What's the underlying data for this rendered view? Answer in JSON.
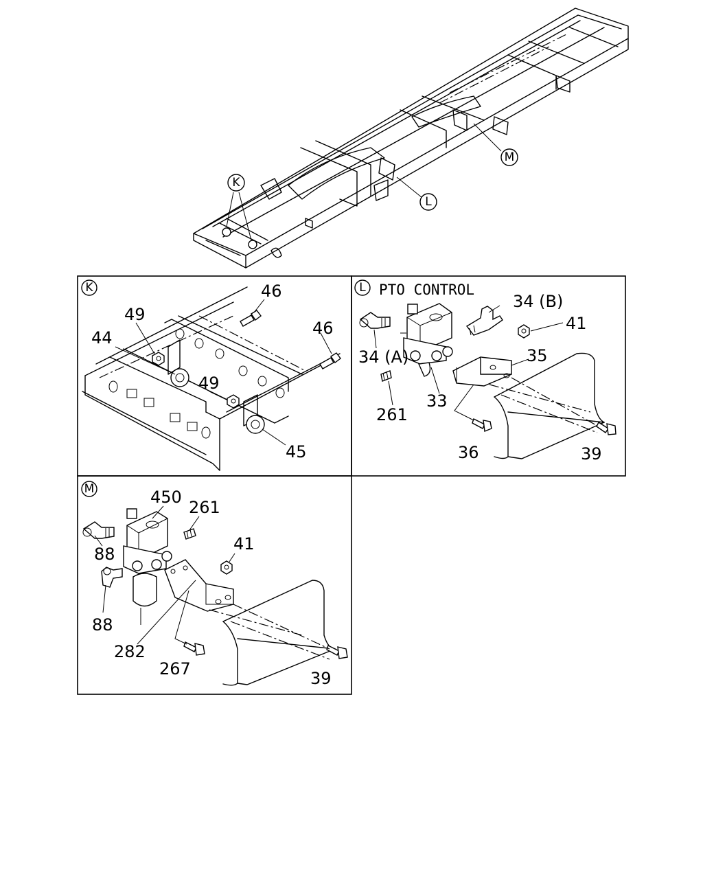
{
  "overview": {
    "callouts": [
      "K",
      "L",
      "M"
    ]
  },
  "panel_k": {
    "badge": "K",
    "labels": {
      "p46a": "46",
      "p46b": "46",
      "p49a": "49",
      "p49b": "49",
      "p44": "44",
      "p45": "45"
    }
  },
  "panel_l": {
    "badge": "L",
    "title": "PTO CONTROL",
    "labels": {
      "p34b": "34 (B)",
      "p34a": "34 (A)",
      "p41": "41",
      "p35": "35",
      "p261": "261",
      "p33": "33",
      "p36": "36",
      "p39": "39"
    }
  },
  "panel_m": {
    "badge": "M",
    "labels": {
      "p450": "450",
      "p261": "261",
      "p88a": "88",
      "p88b": "88",
      "p41": "41",
      "p282": "282",
      "p267": "267",
      "p39": "39"
    }
  }
}
